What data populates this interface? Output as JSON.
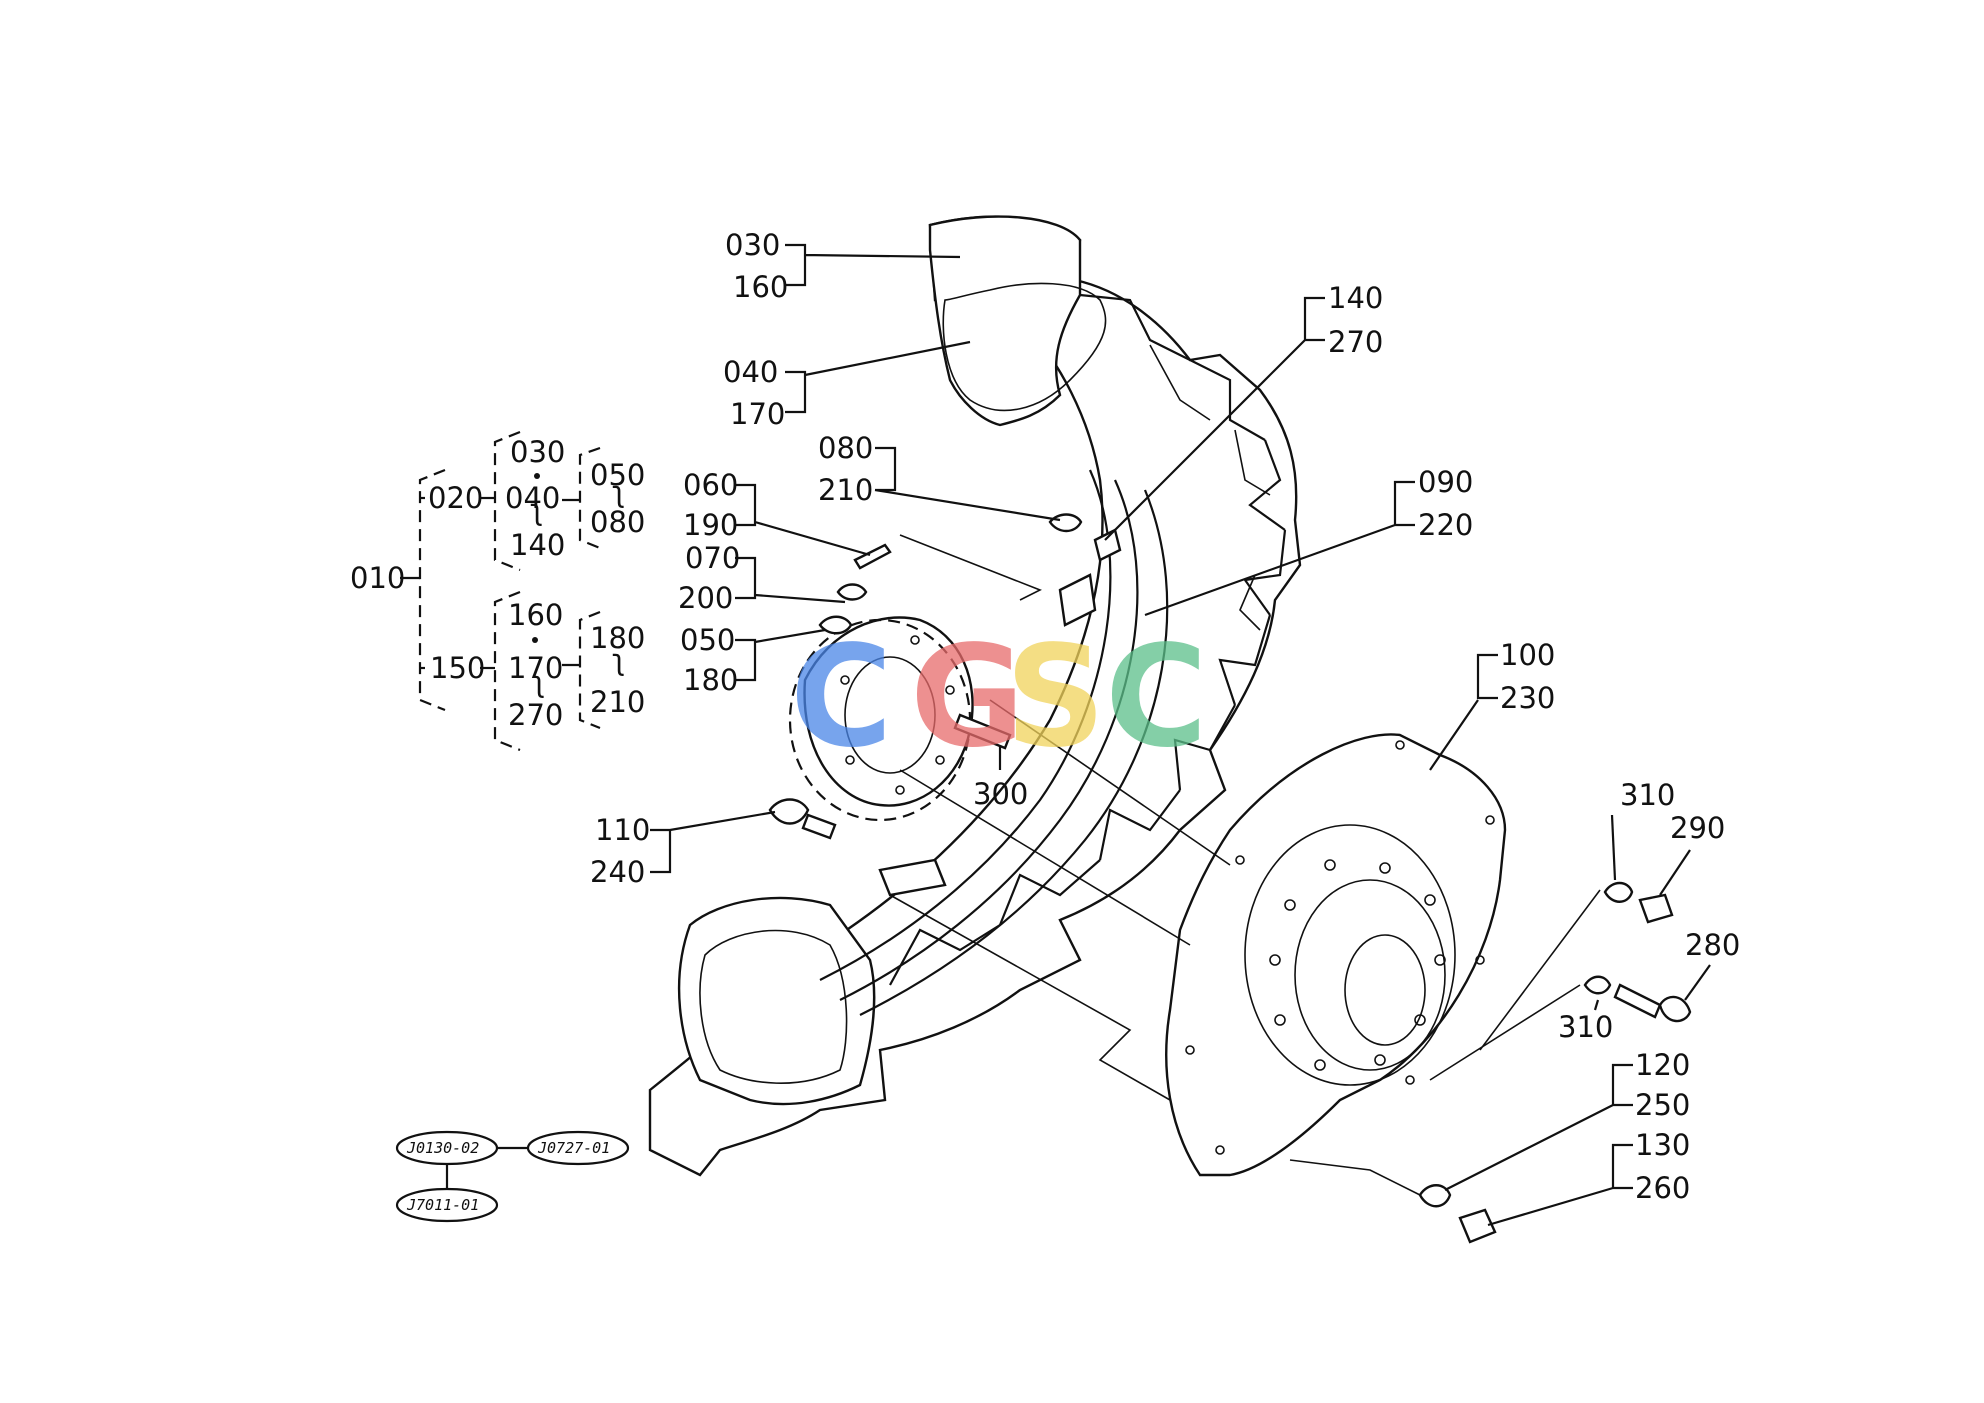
{
  "watermark": {
    "letters": [
      "C",
      "G",
      "S",
      "C"
    ],
    "colors": [
      "#4a86e8",
      "#e86b6b",
      "#f1d35b",
      "#5bbf8a"
    ]
  },
  "callouts": [
    {
      "id": "c030",
      "a": "030",
      "b": "160"
    },
    {
      "id": "c040",
      "a": "040",
      "b": "170"
    },
    {
      "id": "c140",
      "a": "140",
      "b": "270"
    },
    {
      "id": "c080",
      "a": "080",
      "b": "210"
    },
    {
      "id": "c090",
      "a": "090",
      "b": "220"
    },
    {
      "id": "c060",
      "a": "060",
      "b": "190"
    },
    {
      "id": "c070",
      "a": "070",
      "b": "200"
    },
    {
      "id": "c050",
      "a": "050",
      "b": "180"
    },
    {
      "id": "c100",
      "a": "100",
      "b": "230"
    },
    {
      "id": "c110",
      "a": "110",
      "b": "240"
    },
    {
      "id": "c120",
      "a": "120",
      "b": "250"
    },
    {
      "id": "c130",
      "a": "130",
      "b": "260"
    }
  ],
  "singles": {
    "p300": "300",
    "p310a": "310",
    "p290": "290",
    "p280": "280",
    "p310b": "310"
  },
  "tree": {
    "root": "010",
    "g020": "020",
    "g150": "150",
    "a030": "030",
    "a040": "040",
    "a140": "140",
    "a050": "050",
    "a080": "080",
    "b160": "160",
    "b170": "170",
    "b270": "270",
    "b180": "180",
    "b210": "210"
  },
  "refs": {
    "r1": "J0130-02",
    "r2": "J0727-01",
    "r3": "J7011-01"
  }
}
